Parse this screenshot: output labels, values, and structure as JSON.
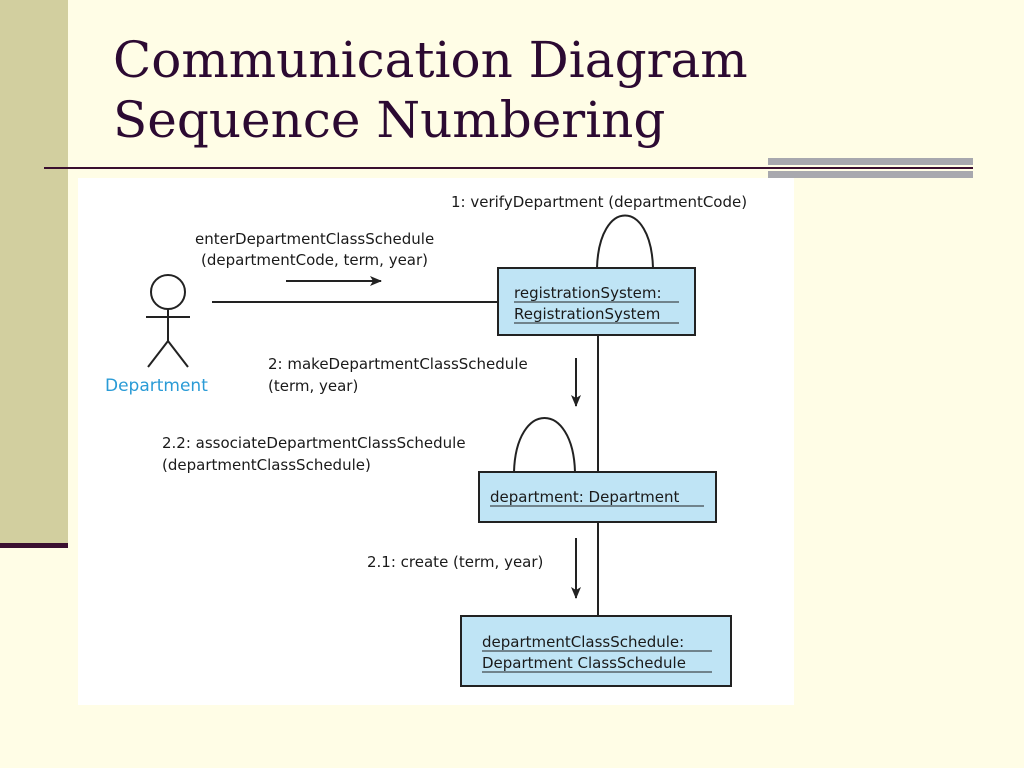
{
  "slide": {
    "title_line1": "Communication Diagram",
    "title_line2": "Sequence Numbering"
  },
  "diagram": {
    "actor": {
      "label": "Department"
    },
    "objects": [
      {
        "line1": "registrationSystem:",
        "line2": "RegistrationSystem"
      },
      {
        "line1": "department: Department"
      },
      {
        "line1": "departmentClassSchedule:",
        "line2": "Department ClassSchedule"
      }
    ],
    "messages": {
      "m0_line1": "enterDepartmentClassSchedule",
      "m0_line2": "(departmentCode, term, year)",
      "m1": "1: verifyDepartment (departmentCode)",
      "m2_line1": "2: makeDepartmentClassSchedule",
      "m2_line2": "(term, year)",
      "m21": "2.1: create (term, year)",
      "m22_line1": "2.2: associateDepartmentClassSchedule",
      "m22_line2": "(departmentClassSchedule)"
    },
    "colors": {
      "object_fill": "#BFE4F5",
      "actor_label": "#2A9BD6",
      "slide_background": "#FFFDE6",
      "sidebar": "#D2CF9F",
      "title_text": "#2C0A32"
    }
  }
}
